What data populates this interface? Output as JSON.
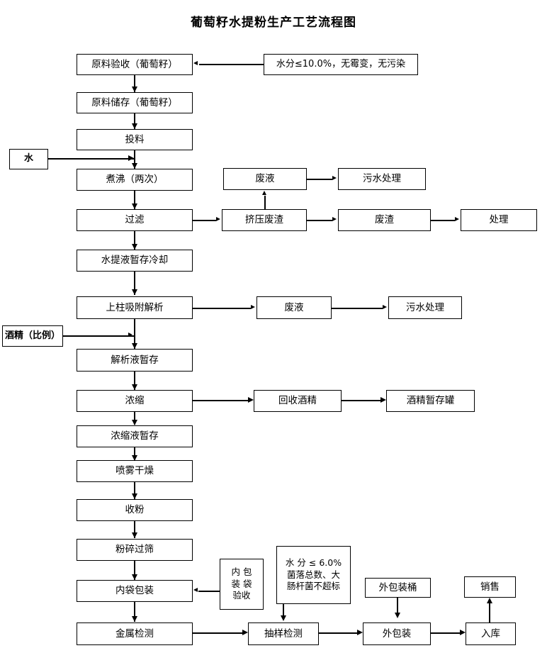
{
  "title": "葡萄籽水提粉生产工艺流程图",
  "nodes": {
    "raw_acceptance": "原料验收（葡萄籽）",
    "raw_storage": "原料储存（葡萄籽）",
    "feeding": "投料",
    "water": "水",
    "boiling": "煮沸（两次）",
    "filtering": "过滤",
    "waste_liquid_1": "废液",
    "sewage_treatment_1": "污水处理",
    "press_residue": "挤压废渣",
    "waste_residue": "废渣",
    "disposal": "处理",
    "extract_cooling": "水提液暂存冷却",
    "column_adsorption": "上柱吸附解析",
    "alcohol_ratio": "酒精（比例）",
    "waste_liquid_2": "废液",
    "sewage_treatment_2": "污水处理",
    "desorb_storage": "解析液暂存",
    "concentration": "浓缩",
    "alcohol_recovery": "回收酒精",
    "alcohol_tank": "酒精暂存罐",
    "concentrate_storage": "浓缩液暂存",
    "spray_drying": "喷雾干燥",
    "powder_collection": "收粉",
    "grinding_sieving": "粉碎过筛",
    "inner_bag_packing": "内袋包装",
    "inner_bag_acceptance": "内  包\n装  袋\n验收",
    "metal_detection": "金属检测",
    "sampling_inspection": "抽样检测",
    "outer_packing": "外包装",
    "outer_packing_drum": "外包装桶",
    "warehousing": "入库",
    "sales": "销售"
  },
  "notes": {
    "raw_material_spec": "水分≤10.0%，无霉变，无污染",
    "finished_product_spec": "水 分 ≤ 6.0%\n菌落总数、大\n肠杆菌不超标"
  }
}
